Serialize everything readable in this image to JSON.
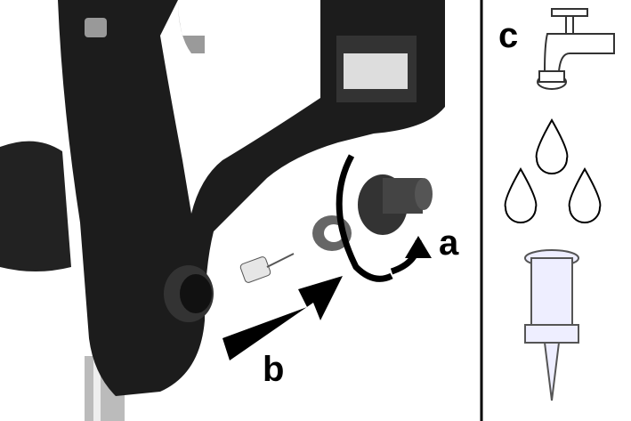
{
  "labels": {
    "a": "a",
    "b": "b",
    "c": "c"
  },
  "colors": {
    "device": "#1c1c1c",
    "background": "#ffffff",
    "accent_gray": "#9a9a9a"
  }
}
